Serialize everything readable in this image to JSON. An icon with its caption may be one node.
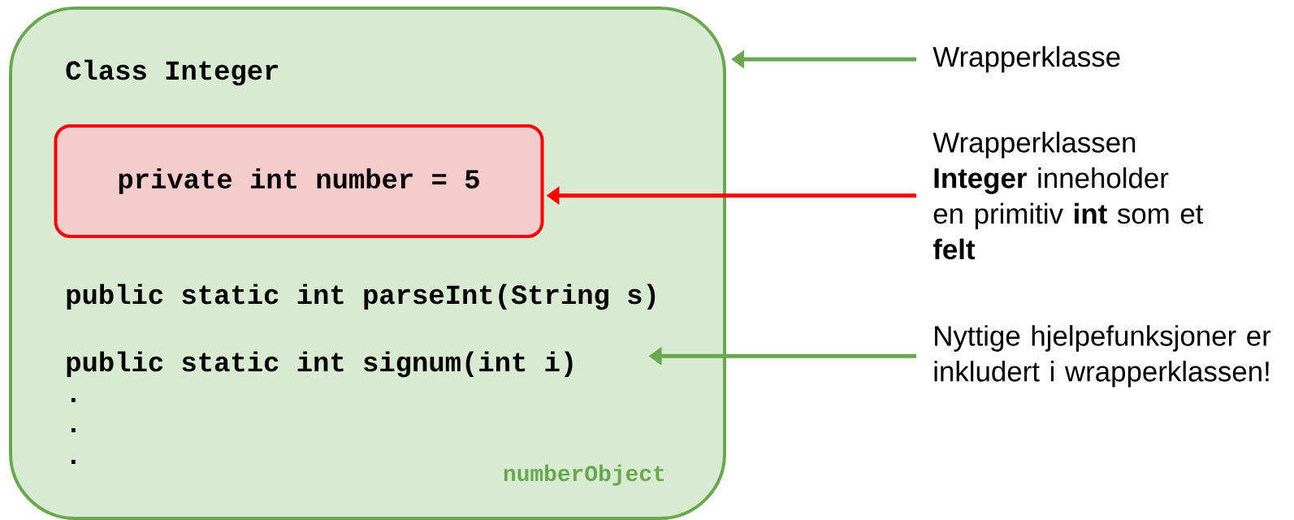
{
  "diagram": {
    "nodes": [
      {
        "text": [
          "Class Integer",
          "public static int parseInt(String s)",
          ".",
          ".",
          ".",
          "numberObject"
        ]
      },
      {
        "text": [
          "private int number = 5"
        ],
        "in": 0
      },
      {
        "text": [
          "public static int signum(int i)"
        ],
        "in": 0
      },
      {
        "text": [
          "Wrapperklasse"
        ]
      },
      {
        "text": [
          "Wrapperklassen **Integer** inneholder en primitiv **int** som et **felt**"
        ]
      },
      {
        "text": [
          "Nyttige hjelpefunksjoner er inkludert i wrapperklassen!"
        ]
      }
    ],
    "edges": [
      {
        "from": 3,
        "to": 0,
        "arrow": "to"
      },
      {
        "from": 4,
        "to": 1,
        "arrow": "to",
        "color": "#ff0000"
      },
      {
        "from": 5,
        "to": 2,
        "arrow": "to"
      }
    ]
  }
}
